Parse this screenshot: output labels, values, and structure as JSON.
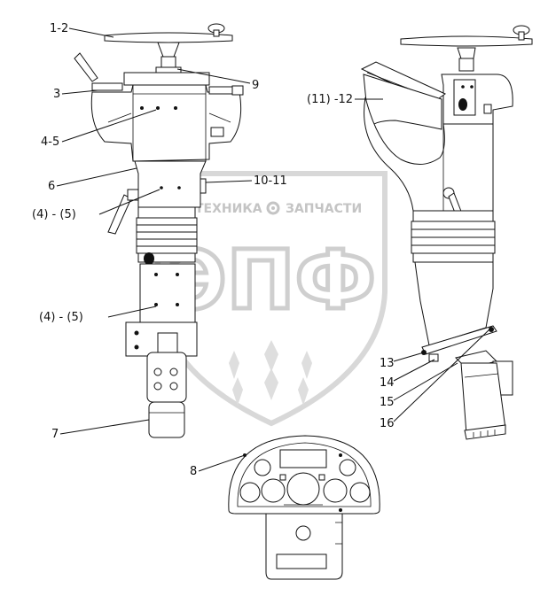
{
  "watermark": {
    "text_left": "ТЕХНИКА",
    "text_right": "ЗАПЧАСТИ",
    "letters": "ЭПФ",
    "color": "#d0d0d0"
  },
  "labels": {
    "l_1_2": "1-2",
    "l_3": "3",
    "l_4_5": "4-5",
    "l_6": "6",
    "l_4b_5b_top": "(4) - (5)",
    "l_4b_5b_bottom": "(4) - (5)",
    "l_7": "7",
    "l_9": "9",
    "l_10_11": "10-11",
    "l_11b_12": "(11) -12",
    "l_13": "13",
    "l_14": "14",
    "l_15": "15",
    "l_16": "16",
    "l_8": "8"
  }
}
